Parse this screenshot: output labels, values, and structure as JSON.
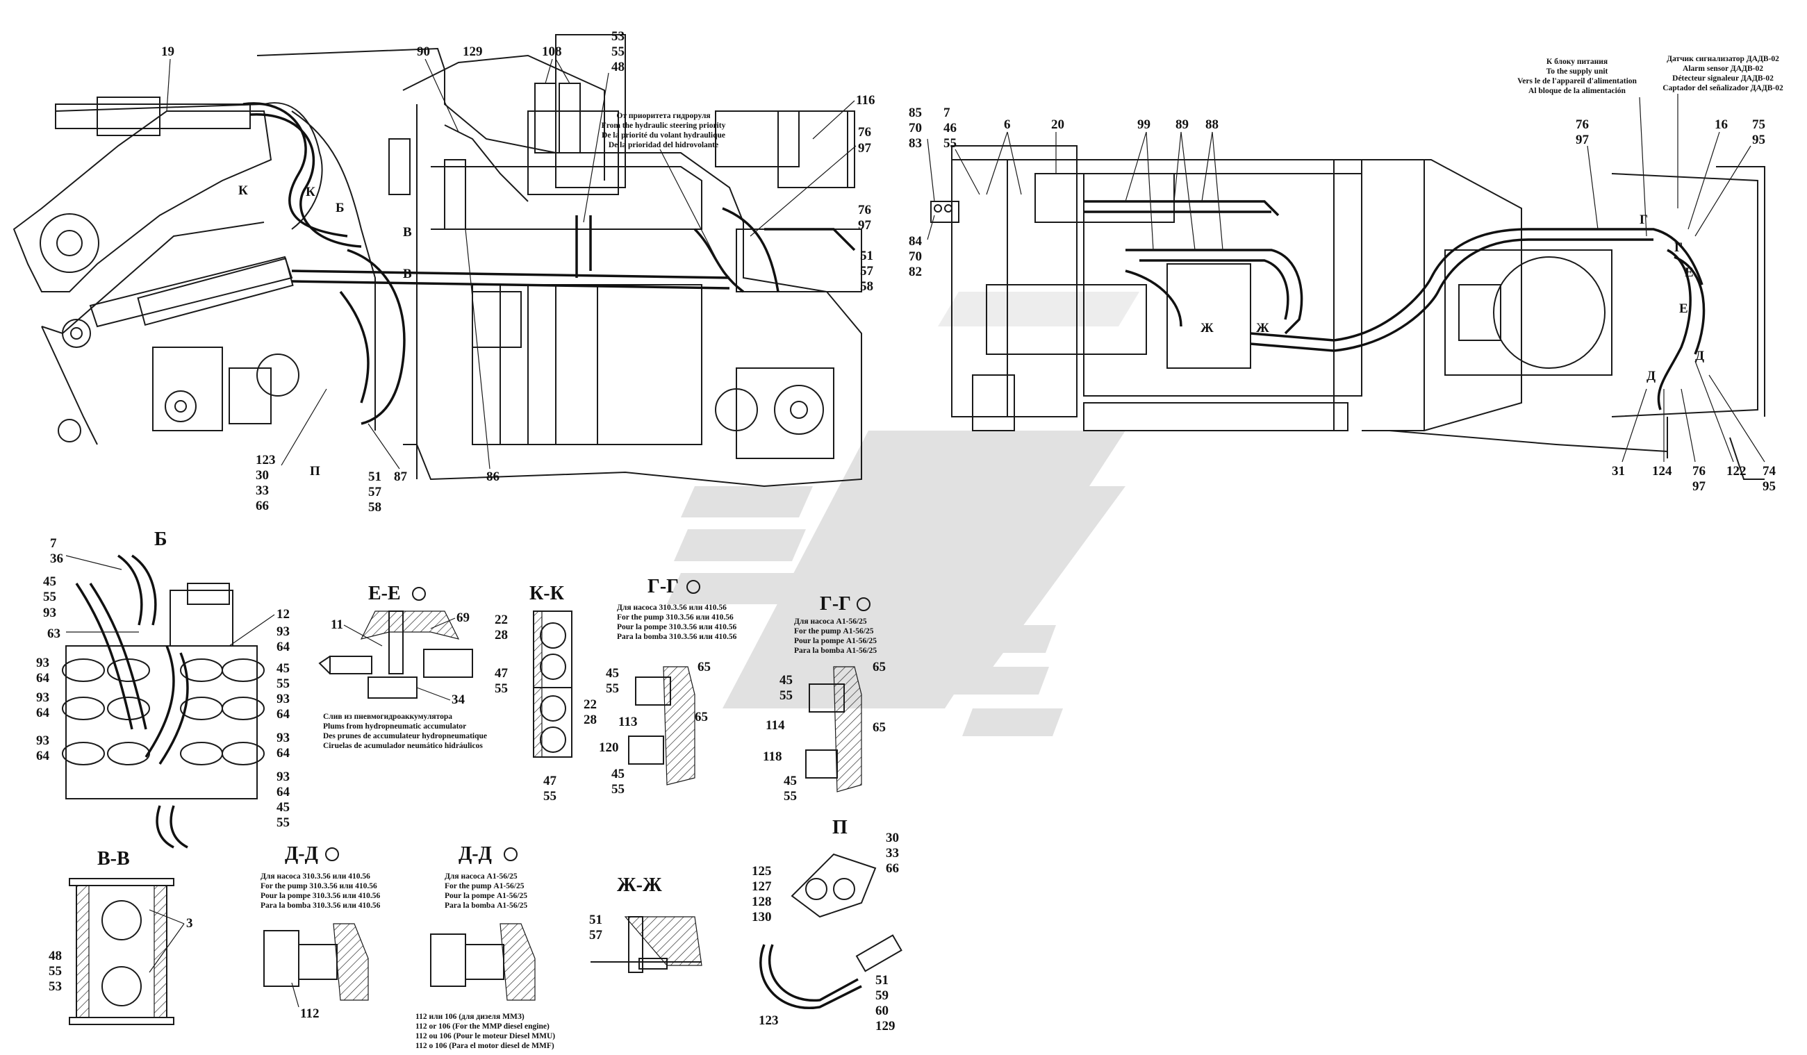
{
  "sections": {
    "B": "Б",
    "V_V": "В-В",
    "E_E": "Е-Е",
    "K_K": "К-К",
    "G_G_1": "Г-Г",
    "G_G_2": "Г-Г",
    "D_D_1": "Д-Д",
    "D_D_2": "Д-Д",
    "ZH_ZH": "Ж-Ж",
    "P": "П"
  },
  "notes": {
    "hydro_priority": [
      "От приоритета гидроруля",
      "From the hydraulic steering priority",
      "De la priorité du volant hydraulique",
      "De la prioridad del hidrovolante"
    ],
    "supply_unit": [
      "К блоку питания",
      "To the supply unit",
      "Vers le de l'appareil d'alimentation",
      "Al bloque de la alimentación"
    ],
    "alarm_sensor": [
      "Датчик сигнализатор ДАДВ-02",
      "Alarm sensor ДАДВ-02",
      "Détecteur signaleur ДАДВ-02",
      "Captador del señalizador ДАДВ-02"
    ],
    "drains": [
      "Слив из пневмогидроаккумулятора",
      "Plums from hydropneumatic accumulator",
      "Des prunes de accumulateur hydropneumatique",
      "Ciruelas de acumulador neumático hidráulicos"
    ],
    "pump_410": [
      "Для насоса 310.3.56 или 410.56",
      "For the pump 310.3.56 или 410.56",
      "Pour la pompe 310.3.56 или 410.56",
      "Para la bomba 310.3.56 или 410.56"
    ],
    "pump_a1": [
      "Для насоса А1-56/25",
      "For the pump А1-56/25",
      "Pour la pompe А1-56/25",
      "Para la bomba А1-56/25"
    ],
    "engine": [
      "112 или 106 (для  дизеля ММЗ)",
      "112 or 106 (For the MMP diesel engine)",
      "112 ou 106 (Pour le moteur Diesel MMU)",
      "112 o 106 (Para el motor diesel de MMF)"
    ]
  },
  "callouts": {
    "c19": "19",
    "c90": "90",
    "c129": "129",
    "c108": "108",
    "c53": "53",
    "c55": "55",
    "c48": "48",
    "c116": "116",
    "c76a": "76",
    "c97a": "97",
    "c76b": "76",
    "c97b": "97",
    "c51": "51",
    "c57": "57",
    "c58": "58",
    "cK1": "К",
    "cK2": "К",
    "cB": "Б",
    "cV1": "В",
    "cV2": "В",
    "c123": "123",
    "c30": "30",
    "c33": "33",
    "c66": "66",
    "cP": "П",
    "c51b": "51",
    "c57b": "57",
    "c58b": "58",
    "c87": "87",
    "c86": "86",
    "c85": "85",
    "c70": "70",
    "c83": "83",
    "c84": "84",
    "c70b": "70",
    "c82": "82",
    "c7": "7",
    "c46": "46",
    "c55b": "55",
    "c6": "6",
    "c20": "20",
    "c99": "99",
    "c89": "89",
    "c88": "88",
    "c76c": "76",
    "c97c": "97",
    "c16": "16",
    "c75": "75",
    "c95": "95",
    "cG1": "Г",
    "cG2": "Г",
    "cE1": "Е",
    "cE2": "Е",
    "cD1": "Д",
    "cD2": "Д",
    "cZh1": "Ж",
    "cZh2": "Ж",
    "c31": "31",
    "c124": "124",
    "c76d": "76",
    "c97d": "97",
    "c122": "122",
    "c74": "74",
    "c95b": "95",
    "b7": "7",
    "b36": "36",
    "b45": "45",
    "b55": "55",
    "b93": "93",
    "b63": "63",
    "b12": "12",
    "b93a": "93",
    "b64a": "64",
    "b93b": "93",
    "b64b": "64",
    "b93c": "93",
    "b64c": "64",
    "b93d": "93",
    "b64d": "64",
    "b45r": "45",
    "b55r": "55",
    "b93e": "93",
    "b64e": "64",
    "b93f": "93",
    "b64f": "64",
    "b93g": "93",
    "b64g": "64",
    "b45s": "45",
    "b55s": "55",
    "e11": "11",
    "e69": "69",
    "e34": "34",
    "k22": "22",
    "k28": "28",
    "k47": "47",
    "k55": "55",
    "k22b": "22",
    "k28b": "28",
    "k47b": "47",
    "k55b": "55",
    "g45": "45",
    "g55": "55",
    "g65": "65",
    "g113": "113",
    "g120": "120",
    "g45b": "45",
    "g55b": "55",
    "h45": "45",
    "h55": "55",
    "h65": "65",
    "h65b": "65",
    "h114": "114",
    "h65c": "65",
    "h118": "118",
    "h45b": "45",
    "h55b": "55",
    "v3": "3",
    "v48": "48",
    "v55": "55",
    "v53": "53",
    "d112": "112",
    "zh51": "51",
    "zh57": "57",
    "p30": "30",
    "p33": "33",
    "p66": "66",
    "p125": "125",
    "p127": "127",
    "p128": "128",
    "p130": "130",
    "p51": "51",
    "p59": "59",
    "p60": "60",
    "p129": "129",
    "p123": "123"
  }
}
